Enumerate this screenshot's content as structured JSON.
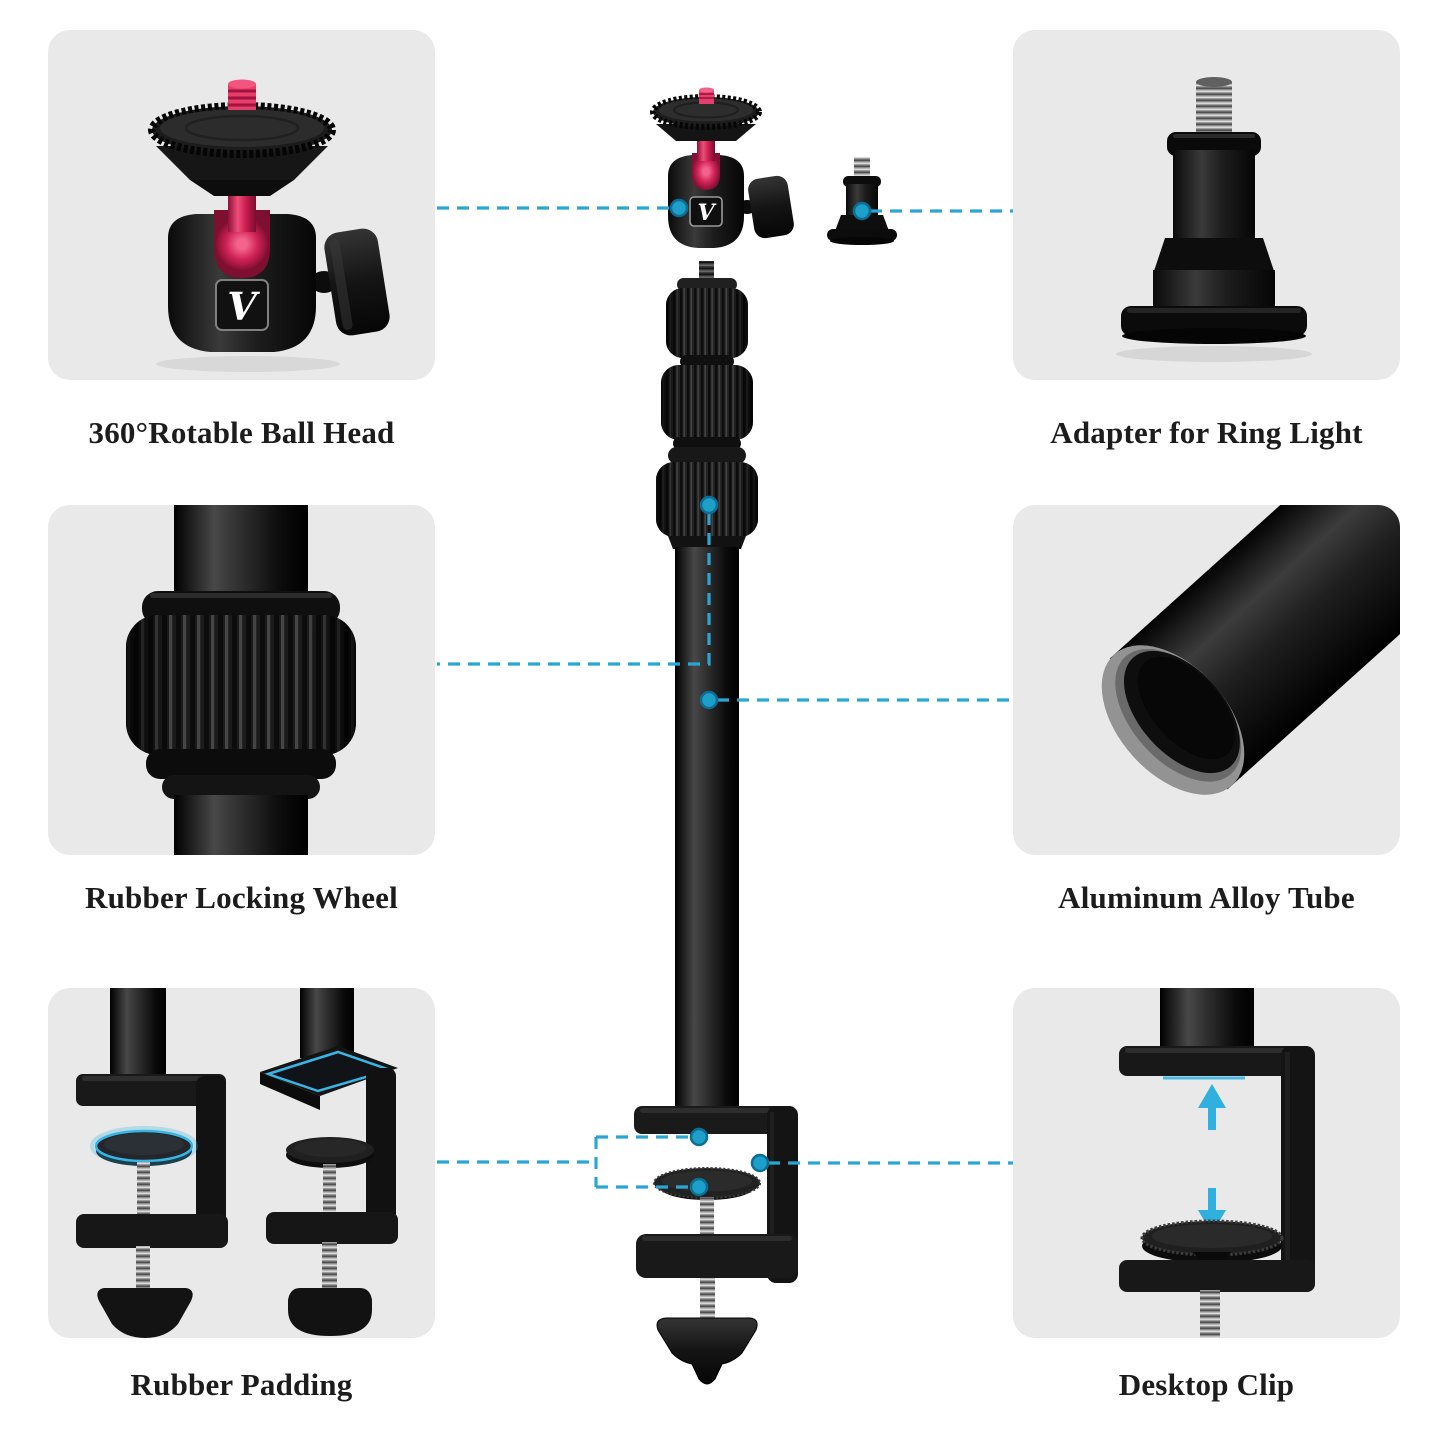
{
  "page": {
    "background": "#ffffff"
  },
  "style_colors": {
    "accent_cyan": "#2ba6d2",
    "callout_dot": "#1d9fc9",
    "brand_pink": "#d9255c",
    "panel_gray": "#e9e9e9",
    "caption_text": "#1c1c1c"
  },
  "brand": {
    "logo_letter": "V"
  },
  "features": [
    {
      "id": "ball-head",
      "label": "360°Rotable Ball Head"
    },
    {
      "id": "ring-light-adapter",
      "label": "Adapter for Ring Light"
    },
    {
      "id": "locking-wheel",
      "label": "Rubber Locking Wheel"
    },
    {
      "id": "alloy-tube",
      "label": "Aluminum Alloy Tube"
    },
    {
      "id": "rubber-padding",
      "label": "Rubber Padding"
    },
    {
      "id": "desktop-clip",
      "label": "Desktop Clip"
    }
  ]
}
